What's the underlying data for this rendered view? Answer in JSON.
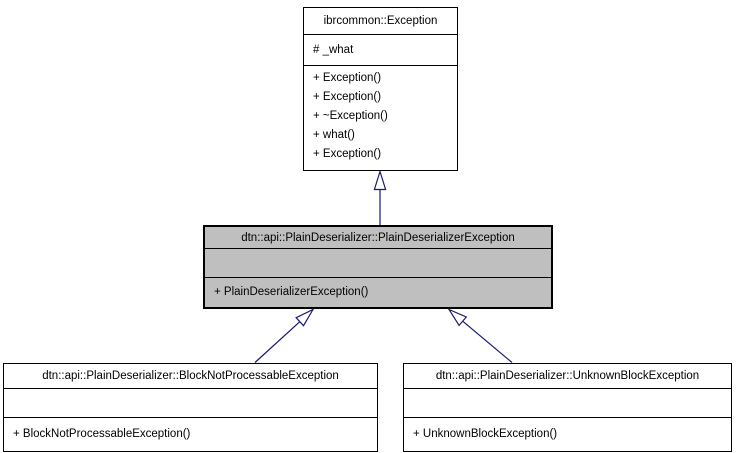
{
  "diagram": {
    "type": "uml-class-inheritance",
    "colors": {
      "background": "#ffffff",
      "node_fill": "#ffffff",
      "highlight_node_fill": "#bfbfbf",
      "node_border": "#000000",
      "edge": "#191970",
      "text": "#000000"
    },
    "nodes": [
      {
        "id": "ibrcommon_exception",
        "title": "ibrcommon::Exception",
        "attributes": [
          "# _what"
        ],
        "methods": [
          "+ Exception()",
          "+ Exception()",
          "+ ~Exception()",
          "+ what()",
          "+ Exception()"
        ],
        "highlighted": false
      },
      {
        "id": "plain_deserializer_exception",
        "title": "dtn::api::PlainDeserializer::PlainDeserializerException",
        "attributes": [],
        "methods": [
          "+ PlainDeserializerException()"
        ],
        "highlighted": true
      },
      {
        "id": "block_not_processable_exception",
        "title": "dtn::api::PlainDeserializer::BlockNotProcessableException",
        "attributes": [],
        "methods": [
          "+ BlockNotProcessableException()"
        ],
        "highlighted": false
      },
      {
        "id": "unknown_block_exception",
        "title": "dtn::api::PlainDeserializer::UnknownBlockException",
        "attributes": [],
        "methods": [
          "+ UnknownBlockException()"
        ],
        "highlighted": false
      }
    ],
    "edges": [
      {
        "type": "inheritance",
        "from": "plain_deserializer_exception",
        "to": "ibrcommon_exception"
      },
      {
        "type": "inheritance",
        "from": "block_not_processable_exception",
        "to": "plain_deserializer_exception"
      },
      {
        "type": "inheritance",
        "from": "unknown_block_exception",
        "to": "plain_deserializer_exception"
      }
    ]
  }
}
